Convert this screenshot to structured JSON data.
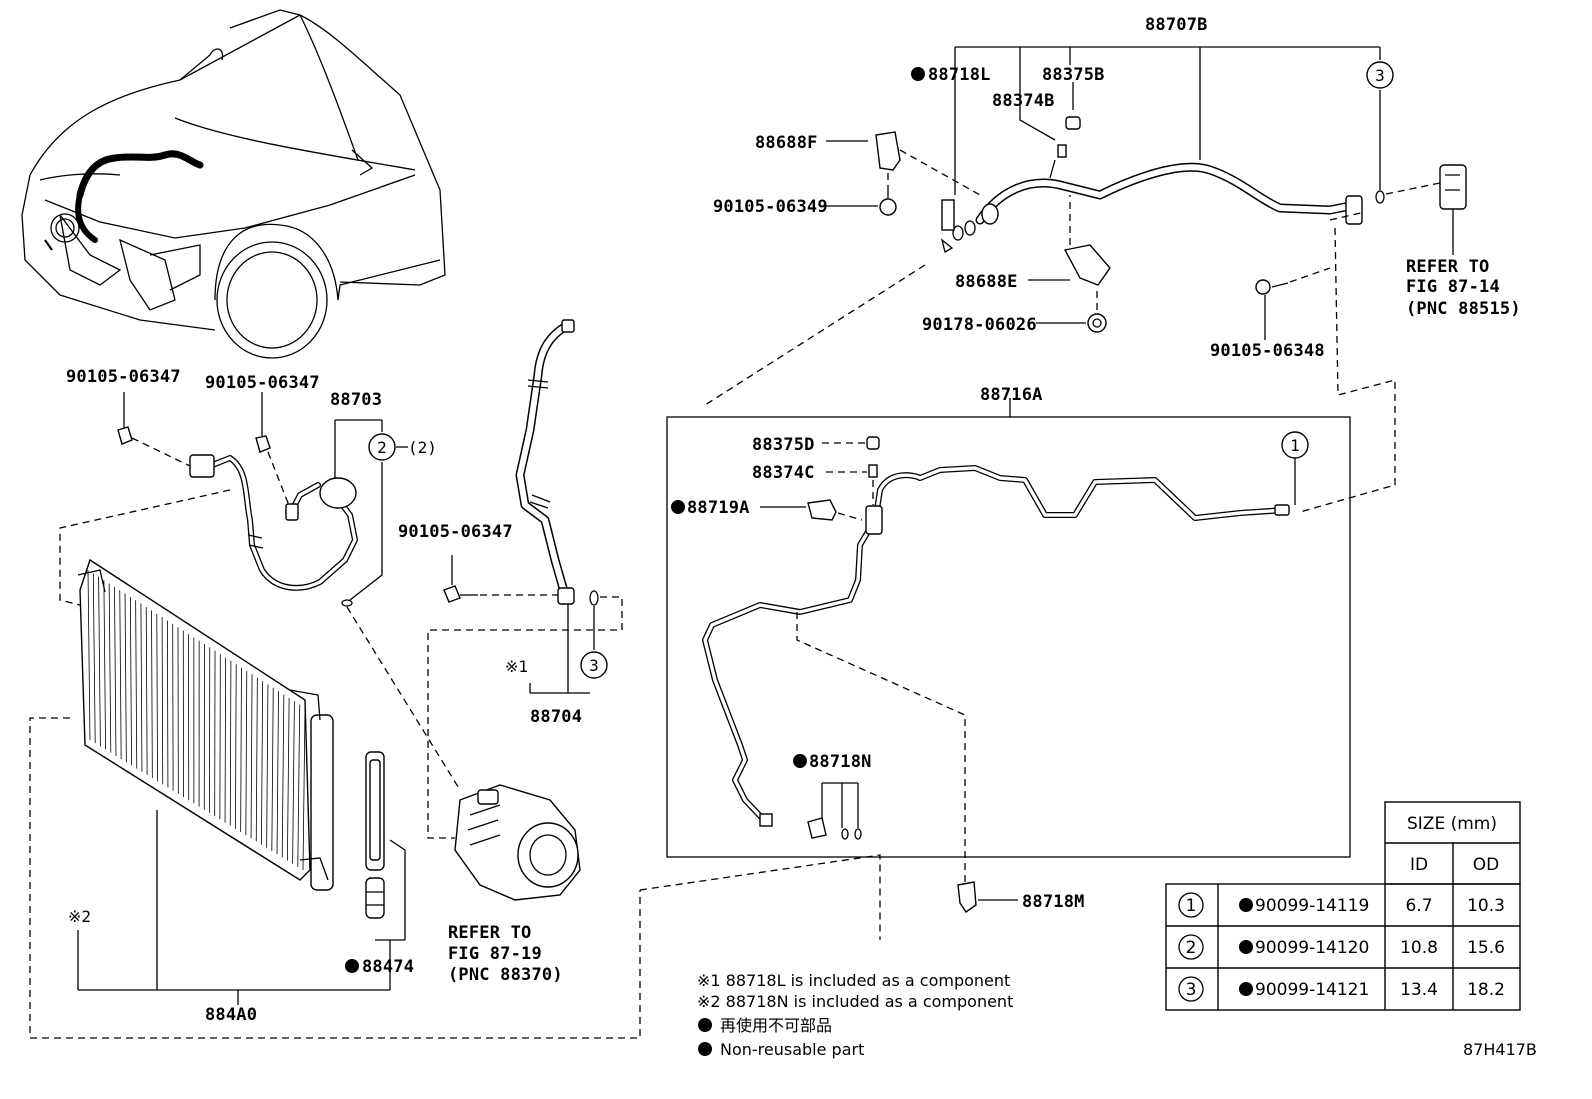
{
  "labels": {
    "p88707B": "88707B",
    "p88718L": "88718L",
    "p88375B": "88375B",
    "p88374B": "88374B",
    "p88688F": "88688F",
    "p90105_06349": "90105-06349",
    "p88688E": "88688E",
    "p90178_06026": "90178-06026",
    "p90105_06348": "90105-06348",
    "refer_88515": [
      "REFER TO",
      "FIG 87-14",
      "(PNC 88515)"
    ],
    "p90105_06347_a": "90105-06347",
    "p90105_06347_b": "90105-06347",
    "p88703": "88703",
    "circle_2_paren": "(2)",
    "p90105_06347_c": "90105-06347",
    "note1_mark": "※1",
    "p88704": "88704",
    "p88716A": "88716A",
    "p88375D": "88375D",
    "p88374C": "88374C",
    "p88719A": "88719A",
    "p88718N": "88718N",
    "p88718M": "88718M",
    "note2_mark": "※2",
    "p88474": "88474",
    "p884A0": "884A0",
    "refer_88370": [
      "REFER TO",
      "FIG 87-19",
      "(PNC 88370)"
    ],
    "circle_1": "1",
    "circle_2": "2",
    "circle_3": "3"
  },
  "notes": [
    "※1 88718L is included as a component",
    "※2 88718N is included as a component",
    "再使用不可部品",
    "Non-reusable part"
  ],
  "size_table": {
    "header": "SIZE (mm)",
    "columns": [
      "ID",
      "OD"
    ],
    "rows": [
      {
        "key": "1",
        "part": "90099-14119",
        "id": "6.7",
        "od": "10.3"
      },
      {
        "key": "2",
        "part": "90099-14120",
        "id": "10.8",
        "od": "15.6"
      },
      {
        "key": "3",
        "part": "90099-14121",
        "id": "13.4",
        "od": "18.2"
      }
    ]
  },
  "figure_code": "87H417B"
}
